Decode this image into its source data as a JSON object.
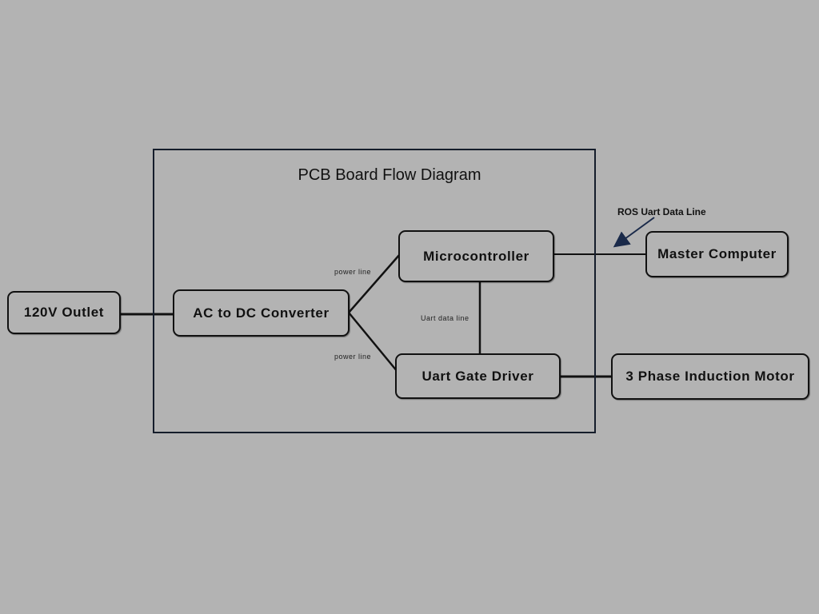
{
  "title": "PCB Board Flow Diagram",
  "nodes": {
    "outlet": "120V Outlet",
    "converter": "AC to DC Converter",
    "microcontroller": "Microcontroller",
    "gate_driver": "Uart Gate Driver",
    "master_computer": "Master Computer",
    "motor": "3 Phase Induction Motor"
  },
  "edge_labels": {
    "power_line_top": "power line",
    "power_line_bottom": "power line",
    "uart_data_line": "Uart data line",
    "ros_uart": "ROS Uart Data Line"
  },
  "colors": {
    "background": "#b3b3b3",
    "frame": "#151d2b",
    "arrow": "#1a2a4a",
    "text": "#111111"
  }
}
